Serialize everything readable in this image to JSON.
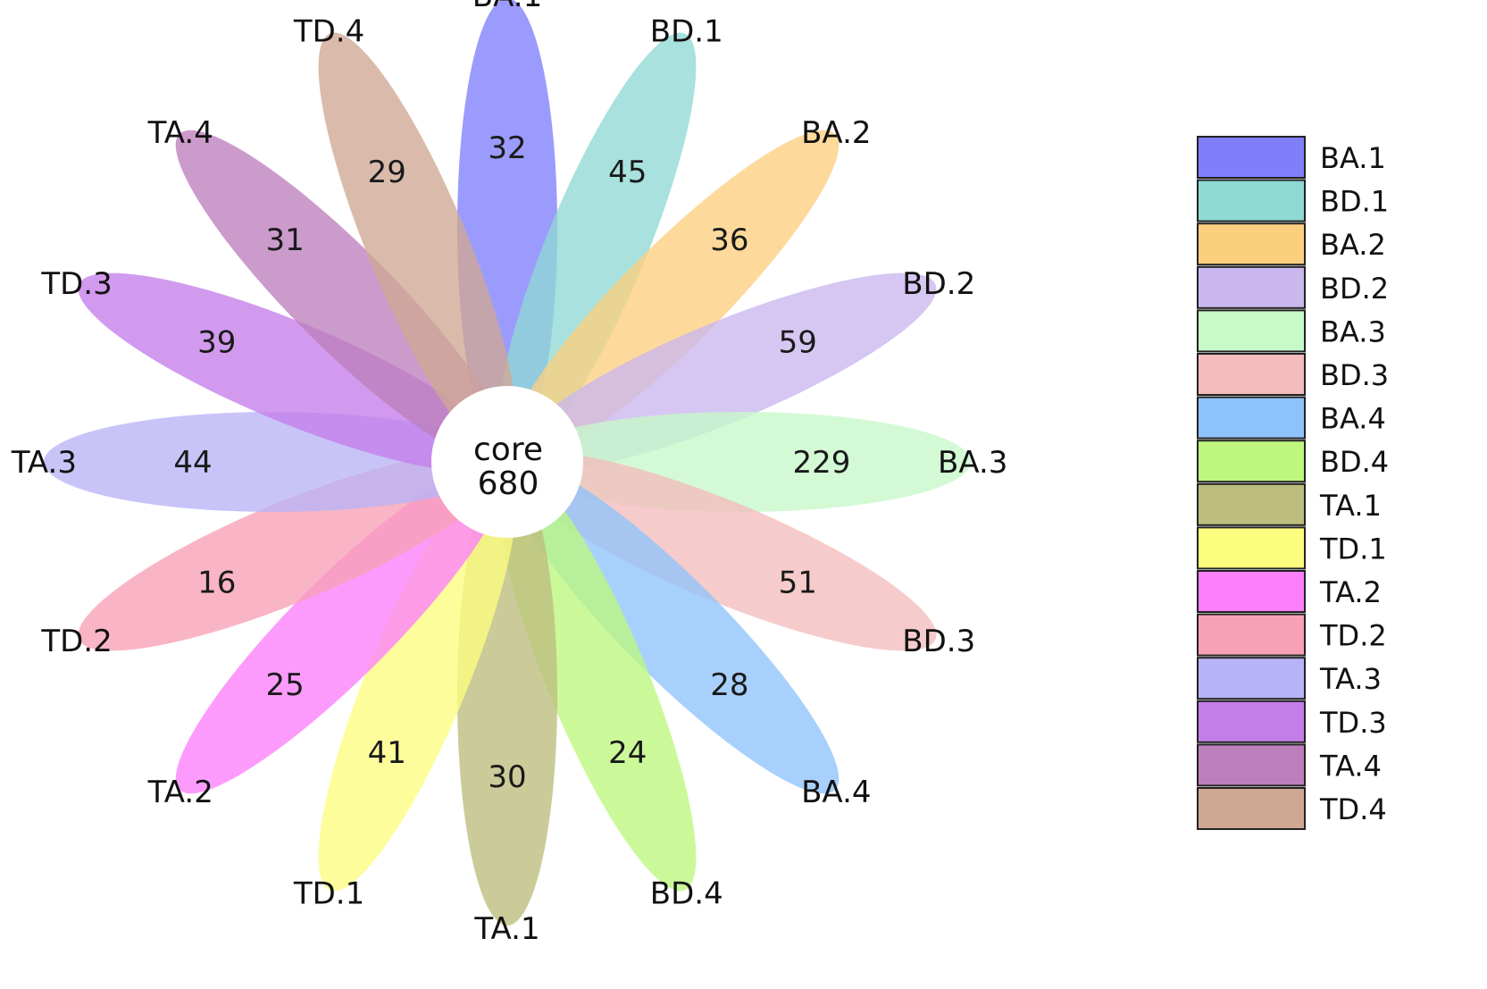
{
  "core": {
    "label": "core",
    "value": "680",
    "color": "#ffffff"
  },
  "petals": [
    {
      "name": "BA.1",
      "value": "32",
      "color": "#7f7ffc"
    },
    {
      "name": "BD.1",
      "value": "45",
      "color": "#8fd9d4"
    },
    {
      "name": "BA.2",
      "value": "36",
      "color": "#fccf7f"
    },
    {
      "name": "BD.2",
      "value": "59",
      "color": "#c9b7ee"
    },
    {
      "name": "BA.3",
      "value": "229",
      "color": "#c7f9c9"
    },
    {
      "name": "BD.3",
      "value": "51",
      "color": "#f4bcbd"
    },
    {
      "name": "BA.4",
      "value": "28",
      "color": "#8fc3fb"
    },
    {
      "name": "BD.4",
      "value": "24",
      "color": "#bdf77d"
    },
    {
      "name": "TA.1",
      "value": "30",
      "color": "#bdbd7e"
    },
    {
      "name": "TD.1",
      "value": "41",
      "color": "#fcfc7f"
    },
    {
      "name": "TA.2",
      "value": "25",
      "color": "#fc7ffc"
    },
    {
      "name": "TD.2",
      "value": "16",
      "color": "#f7a0b6"
    },
    {
      "name": "TA.3",
      "value": "44",
      "color": "#b8b3f6"
    },
    {
      "name": "TD.3",
      "value": "39",
      "color": "#c47ee9"
    },
    {
      "name": "TA.4",
      "value": "31",
      "color": "#bc7fbc"
    },
    {
      "name": "TD.4",
      "value": "29",
      "color": "#cfa893"
    }
  ]
}
